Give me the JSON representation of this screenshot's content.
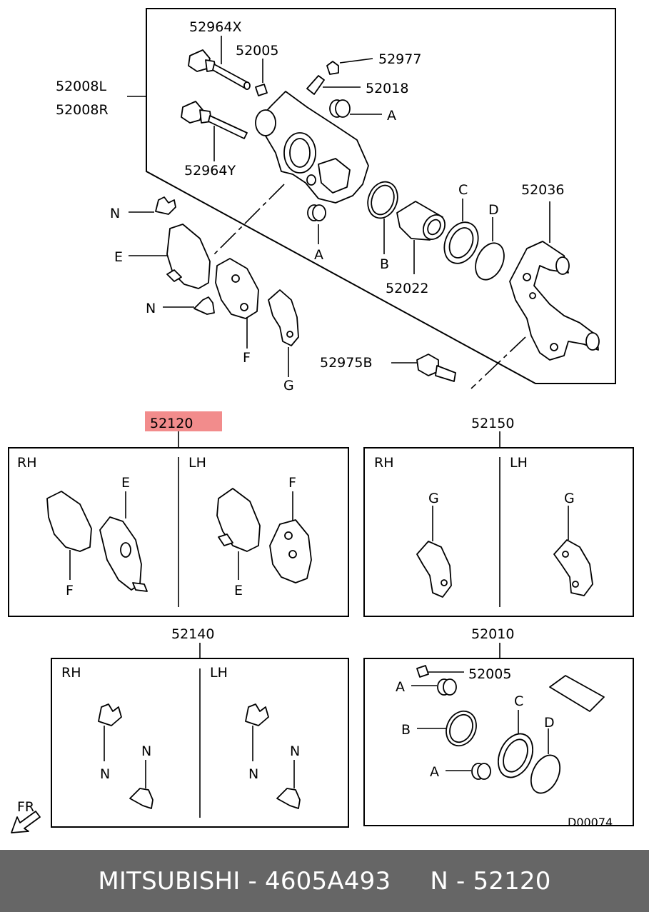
{
  "labels": {
    "p52964x": "52964X",
    "p52005": "52005",
    "p52977": "52977",
    "p52018": "52018",
    "p52008l": "52008L",
    "p52008r": "52008R",
    "p52964y": "52964Y",
    "a1": "A",
    "a2": "A",
    "b": "B",
    "c": "C",
    "d": "D",
    "p52036": "52036",
    "p52022": "52022",
    "n1": "N",
    "n2": "N",
    "e": "E",
    "f": "F",
    "g": "G",
    "p52975b": "52975B"
  },
  "kits": {
    "pads": {
      "number": "52120",
      "highlight_color": "#f28c8c",
      "rh": "RH",
      "lh": "LH",
      "rh_e": "E",
      "rh_f": "F",
      "lh_f": "F",
      "lh_e": "E"
    },
    "shims": {
      "number": "52150",
      "rh": "RH",
      "lh": "LH",
      "rh_g": "G",
      "lh_g": "G"
    },
    "clips": {
      "number": "52140",
      "rh": "RH",
      "lh": "LH",
      "rh_n1": "N",
      "rh_n2": "N",
      "lh_n1": "N",
      "lh_n2": "N"
    },
    "seals": {
      "number": "52010",
      "p52005": "52005",
      "a1": "A",
      "b": "B",
      "c": "C",
      "d": "D",
      "a2": "A"
    }
  },
  "fr_label": "FR",
  "diagram_code": "D00074",
  "footer": {
    "text": "MITSUBISHI - 4605A493     N - 52120",
    "background": "#666666"
  }
}
